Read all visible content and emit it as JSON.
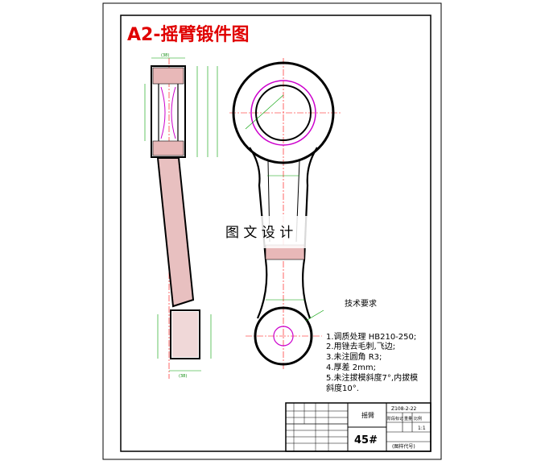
{
  "drawing": {
    "title": "A2-摇臂锻件图",
    "tech_heading": "技术要求",
    "tech_items": [
      "1.调质处理 HB210-250;",
      "2.用锉去毛刺,飞边;",
      "3.未注圆角 R3;",
      "4.厚差 2mm;",
      "5.未注拔模斜度7°,内拔模",
      "  斜度10°."
    ],
    "watermark": "图 文 设 计",
    "side_view_dim_top": "(38)",
    "side_view_dim_bottom": "(38)"
  },
  "title_block": {
    "part_name": "摇臂",
    "drawing_no": "Z108-2-22",
    "material": "45#",
    "scale": "1:1",
    "col_labels": [
      "阶段标记",
      "重量",
      "比例"
    ],
    "drawing_code": "(图样代号)"
  },
  "colors": {
    "title": "#e00000",
    "outline": "#000000",
    "centerline": "#ff0000",
    "dimension": "#00a000",
    "machined": "#cc00cc"
  }
}
